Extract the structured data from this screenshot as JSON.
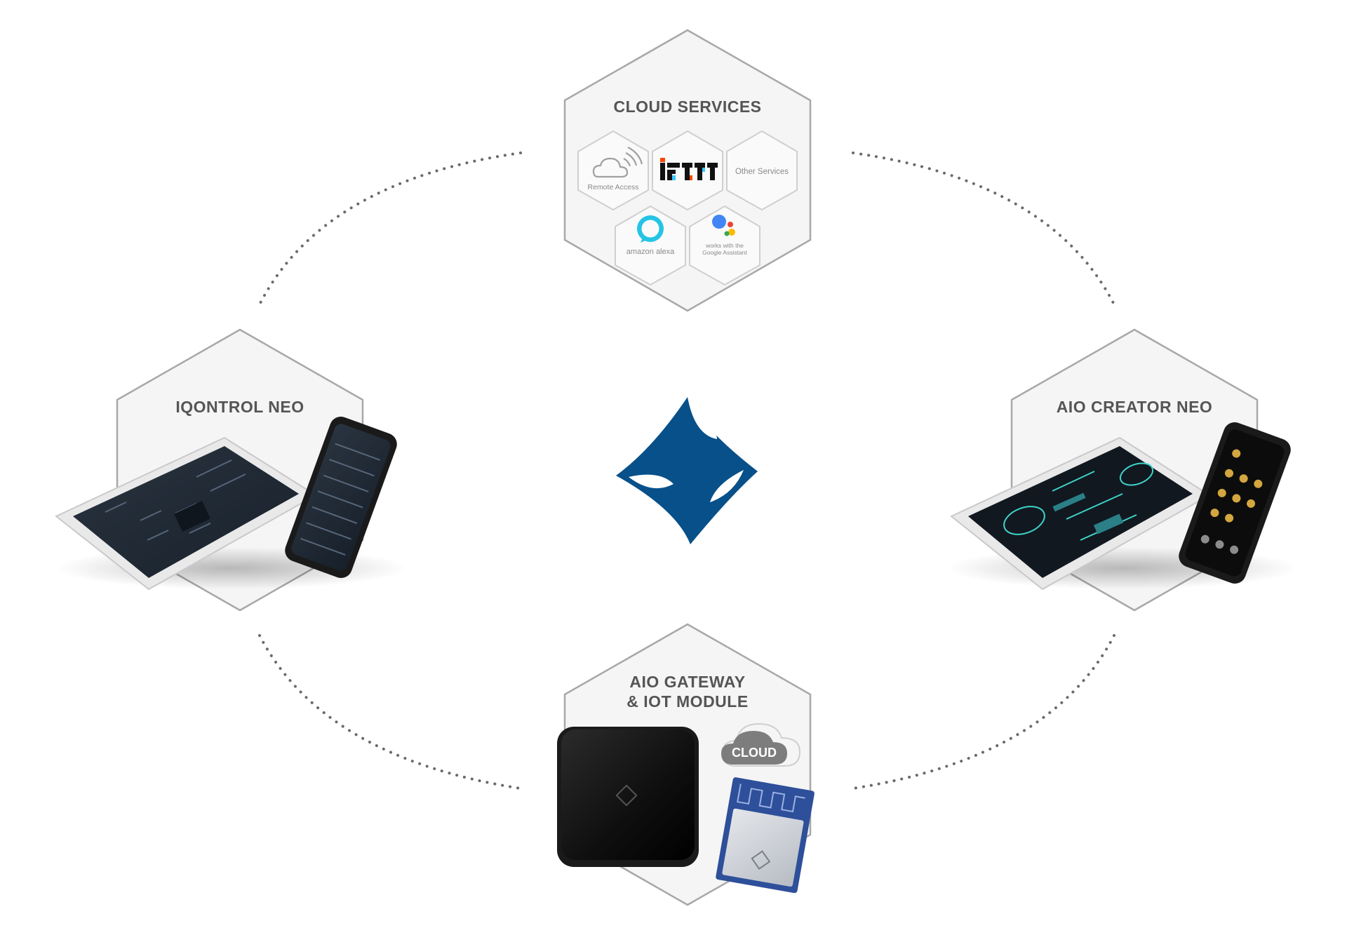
{
  "nodes": {
    "cloud": {
      "title": "CLOUD SERVICES"
    },
    "iqontrol": {
      "title": "IQONTROL NEO"
    },
    "creator": {
      "title": "AIO CREATOR NEO"
    },
    "gateway": {
      "title_line1": "AIO GATEWAY",
      "title_line2": "& IOT MODULE",
      "cloud_badge": "CLOUD"
    }
  },
  "services": {
    "remote_access": "Remote Access",
    "ifttt": "IFTTT",
    "other": "Other Services",
    "alexa": "amazon alexa",
    "google_line1": "works with the",
    "google_line2": "Google Assistant"
  },
  "colors": {
    "brand_blue": "#07508a",
    "hex_stroke": "#a8a8a8",
    "hex_fill": "#f5f5f5",
    "dots": "#6a6a6a",
    "alexa_cyan": "#25c4e5"
  },
  "icons": {
    "logo": "brand-star-diamond-icon",
    "remote": "cloud-wifi-icon",
    "alexa": "alexa-ring-icon",
    "google": "google-assistant-dots-icon"
  }
}
